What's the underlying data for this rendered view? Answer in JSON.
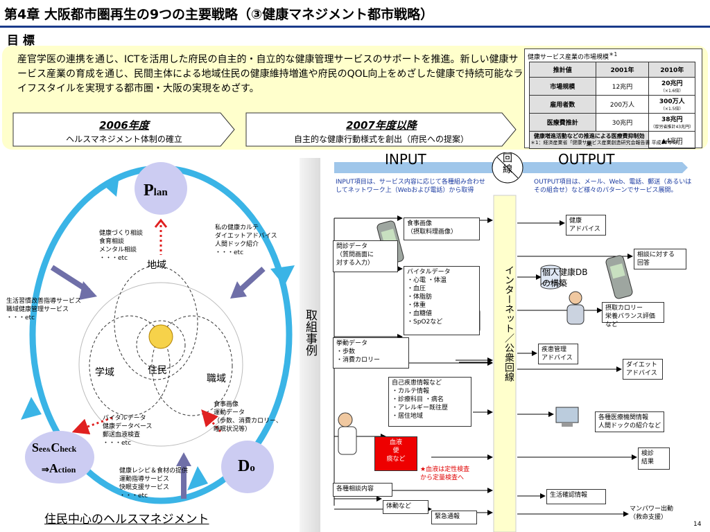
{
  "header": {
    "title": "第4章 大阪都市圏再生の9つの主要戦略（③健康マネジメント都市戦略）",
    "goal_label": "目 標",
    "goal_text": "産官学医の連携を通じ、ICTを活用した府民の自主的・自立的な健康管理サービスのサポートを推進。新しい健康サービス産業の育成を通じ、民間主体による地域住民の健康維持増進や府民のQOL向上をめざした健康で持続可能なライフスタイルを実現する都市圏・大阪の実現をめざす。"
  },
  "timeline": [
    {
      "year": "2006年度",
      "desc": "ヘルスマネジメント体制の確立"
    },
    {
      "year": "2007年度以降",
      "desc": "自主的な健康行動様式を創出（府民への提案）"
    }
  ],
  "market_table": {
    "title": "健康サービス産業の市場規模",
    "title_sup": "＊1",
    "header": [
      "推計値",
      "2001年",
      "2010年"
    ],
    "rows": [
      {
        "label": "市場規模",
        "v2001": "12兆円",
        "v2010": "20兆円",
        "v2010_sub": "（×1.6倍）"
      },
      {
        "label": "雇用者数",
        "v2001": "200万人",
        "v2010": "300万人",
        "v2010_sub": "（×1.5倍）"
      },
      {
        "label": "医療費推計",
        "v2001": "30兆円",
        "v2010": "38兆円",
        "v2010_sub": "（厚労省推計43兆円）"
      },
      {
        "label": "健康増進活動などの推進による医療費抑制効果",
        "merged": "▲4兆円"
      }
    ],
    "note": "＊1：経済産業省「健康サービス産業創造研究会報告書 平成15年6月」"
  },
  "cycle": {
    "plan_p": "P",
    "plan_rest": "lan",
    "do_d": "D",
    "do_rest": "o",
    "see_s": "S",
    "see_rest": "ee",
    "check_c": "C",
    "check_rest": "heck",
    "amp": "&",
    "action_prefix": "⇒",
    "action_a": "A",
    "action_rest": "ction",
    "region": "地域",
    "school": "学域",
    "work": "職域",
    "resident": "住民",
    "notes_top_left": [
      "健康づくり相談",
      "食育相談",
      "メンタル相談",
      "・・・etc"
    ],
    "notes_top_right": [
      "私の健康カルテ",
      "ダイエットアドバイス",
      "人間ドック紹介",
      "・・・etc"
    ],
    "notes_left": [
      "生活習慣改善指導サービス",
      "職域健康管理サービス",
      "・・・etc"
    ],
    "notes_bottom_left": [
      "バイタルデータ",
      "健康データベース",
      "郵送血液検査",
      "・・・etc"
    ],
    "notes_bottom_right": [
      "食事画像",
      "運動データ",
      "（歩数、消費カロリー、",
      "睡眠状況等）"
    ],
    "notes_bottom_center": [
      "健康レシピ＆食材の提供",
      "運動指導サービス",
      "快眠支援サービス",
      "・・・etc"
    ],
    "footer": "住民中心のヘルスマネジメント"
  },
  "flow": {
    "examples_label": "取組事例",
    "input": "INPUT",
    "output": "OUTPUT",
    "line_label": "回線",
    "input_desc": "INPUT項目は、サービス内容に応じて各種組み合わせしてネットワーク上（Webおよび電話）から取得",
    "output_desc": "OUTPUT項目は、メール、Web、電話、郵送（あるいはその組合せ）など様々のパターンでサービス展開。",
    "network": "インターネット／公衆回線",
    "inputs": {
      "meal": [
        "食事画像",
        "（摂取料理画像）"
      ],
      "interview": [
        "問診データ",
        "（質問画面に",
        "対する入力）"
      ],
      "vital": [
        "バイタルデータ",
        "・心電 ・体温",
        "・血圧",
        "・体脂肪",
        "・体重",
        "・血糖値",
        "・SpO2など"
      ],
      "activity": [
        "挙動データ",
        "・歩数",
        "・消費カロリー"
      ],
      "disease": [
        "自己疾患情報など",
        "・カルテ情報",
        "・診療科目 ・病名",
        "・アレルギー既往歴",
        "・居住地域"
      ],
      "blood": [
        "血液",
        "便",
        "痰など"
      ],
      "blood_note": [
        "★血液は定性検査",
        "から定量検査へ"
      ],
      "consult": "各種相談内容",
      "body": "体動など",
      "emergency": "緊急通報"
    },
    "db": [
      "個人健康DB",
      "の構築"
    ],
    "outputs": {
      "health_advice": [
        "健康",
        "アドバイス"
      ],
      "answer": [
        "相談に対する",
        "回答"
      ],
      "calorie": [
        "摂取カロリー",
        "栄養バランス評価など"
      ],
      "disease_mgmt": [
        "疾患管理",
        "アドバイス"
      ],
      "diet": [
        "ダイエット",
        "アドバイス"
      ],
      "medical": [
        "各種医療機関情報",
        "人間ドックの紹介など"
      ],
      "exam": [
        "検診",
        "結果"
      ],
      "life": "生活確認情報",
      "manpower": [
        "マンパワー出動",
        "（救命支援）"
      ]
    }
  },
  "page_number": "14",
  "colors": {
    "accent": "#1a3a8a",
    "goal_bg": "#ffffcc",
    "cycle": "#3ab4e6",
    "node": "#ccccf2",
    "blood_box": "#ee0000"
  }
}
